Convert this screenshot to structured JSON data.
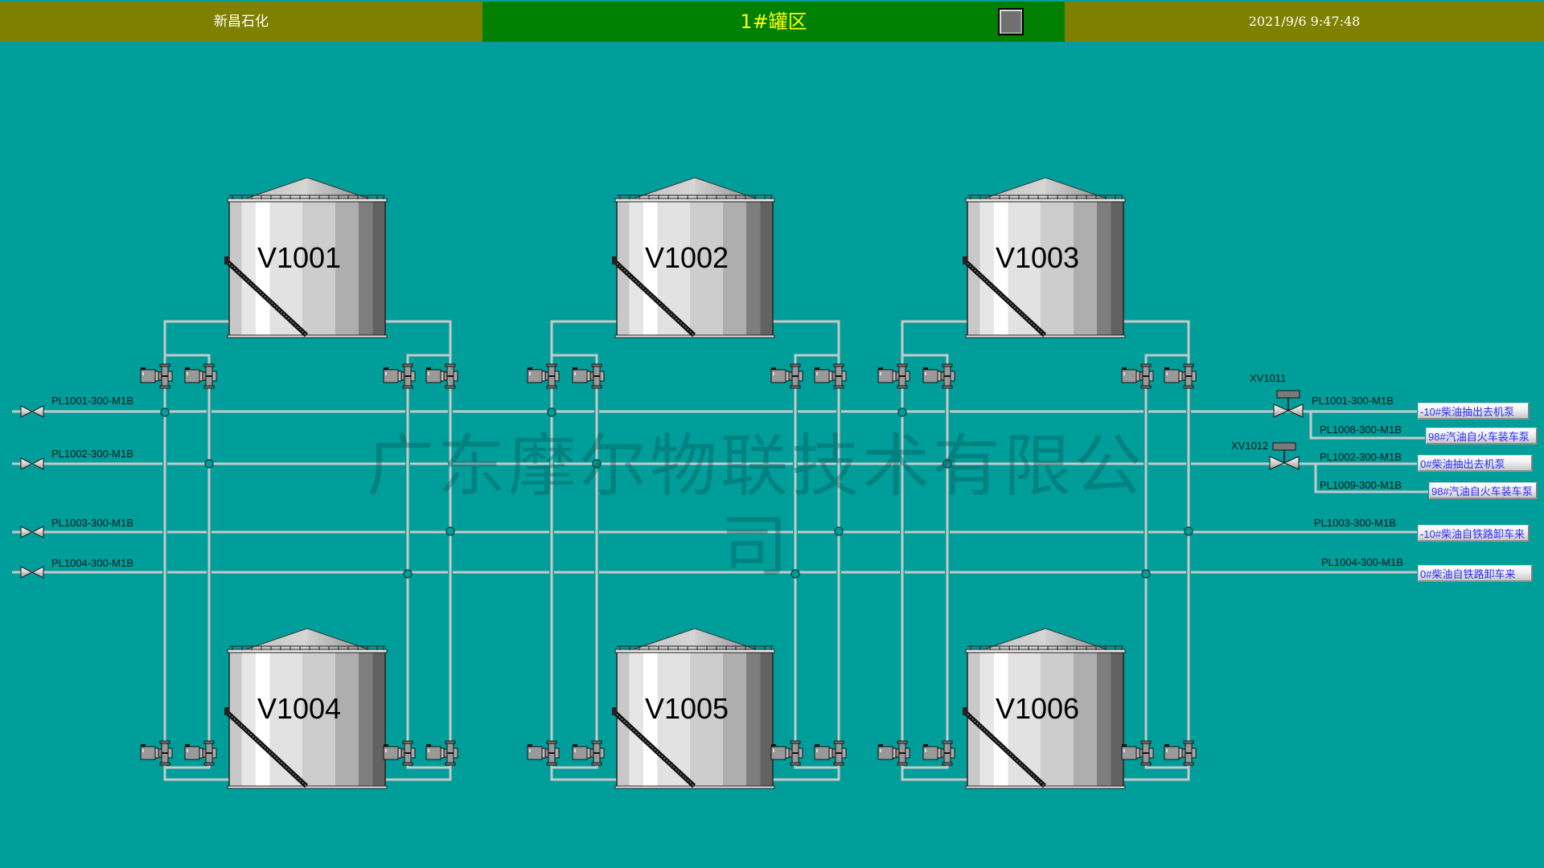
{
  "header": {
    "company": "新昌石化",
    "area_title": "1#罐区",
    "datetime": "2021/9/6 9:47:48",
    "toggle_button": "square-button"
  },
  "colors": {
    "background": "#009E9A",
    "header_side": "#808000",
    "header_center": "#008000",
    "title_text": "#ffff00",
    "pipe": "#C8C8C8",
    "dest_text": "#2a2aff"
  },
  "watermark": "广东摩尔物联技术有限公司",
  "tanks": [
    {
      "id": "V1001",
      "label": "V1001"
    },
    {
      "id": "V1002",
      "label": "V1002"
    },
    {
      "id": "V1003",
      "label": "V1003"
    },
    {
      "id": "V1004",
      "label": "V1004"
    },
    {
      "id": "V1005",
      "label": "V1005"
    },
    {
      "id": "V1006",
      "label": "V1006"
    }
  ],
  "inlet_lines": [
    {
      "label": "PL1001-300-M1B"
    },
    {
      "label": "PL1002-300-M1B"
    },
    {
      "label": "PL1003-300-M1B"
    },
    {
      "label": "PL1004-300-M1B"
    }
  ],
  "control_valves": [
    {
      "tag": "XV1011"
    },
    {
      "tag": "XV1012"
    }
  ],
  "outlet_lines": [
    {
      "label": "PL1001-300-M1B",
      "destination": "-10#柴油抽出去机泵"
    },
    {
      "label": "PL1008-300-M1B",
      "destination": "98#汽油自火车装车泵"
    },
    {
      "label": "PL1002-300-M1B",
      "destination": "0#柴油抽出去机泵"
    },
    {
      "label": "PL1009-300-M1B",
      "destination": "98#汽油自火车装车泵"
    },
    {
      "label": "PL1003-300-M1B",
      "destination": "-10#柴油自铁路卸车来"
    },
    {
      "label": "PL1004-300-M1B",
      "destination": "0#柴油自铁路卸车来"
    }
  ]
}
